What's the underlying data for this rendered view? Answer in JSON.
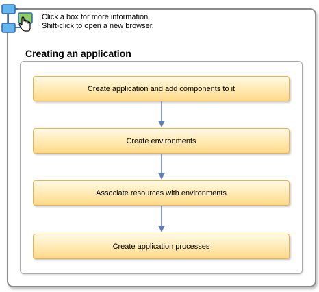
{
  "instructions": {
    "line1": "Click a box for more information.",
    "line2": "Shift-click to open a new browser."
  },
  "title": "Creating an application",
  "steps": [
    {
      "label": "Create application and add components to it"
    },
    {
      "label": "Create environments"
    },
    {
      "label": "Associate resources with environments"
    },
    {
      "label": "Create application processes"
    }
  ],
  "colors": {
    "step_border": "#ecb24a",
    "step_fill": "#ffe9b0",
    "arrow": "#5f7fb5",
    "frame_border": "#8c8c8c"
  },
  "icons": {
    "logo": "flowchart-hand-cursor-icon"
  }
}
